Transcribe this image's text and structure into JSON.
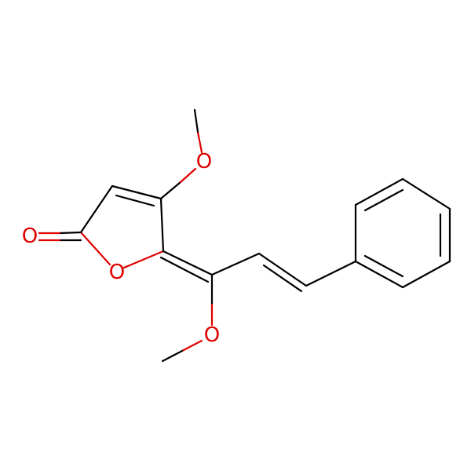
{
  "molecule": {
    "atoms": {
      "o_carbonyl": {
        "symbol": "O",
        "color": "#e00000"
      },
      "o_ring": {
        "symbol": "O",
        "color": "#e00000"
      },
      "o_methoxy_top": {
        "symbol": "O",
        "color": "#e00000"
      },
      "o_methoxy_bottom": {
        "symbol": "O",
        "color": "#e00000"
      }
    },
    "colors": {
      "bond": "#000000",
      "oxygen": "#e00000"
    }
  }
}
